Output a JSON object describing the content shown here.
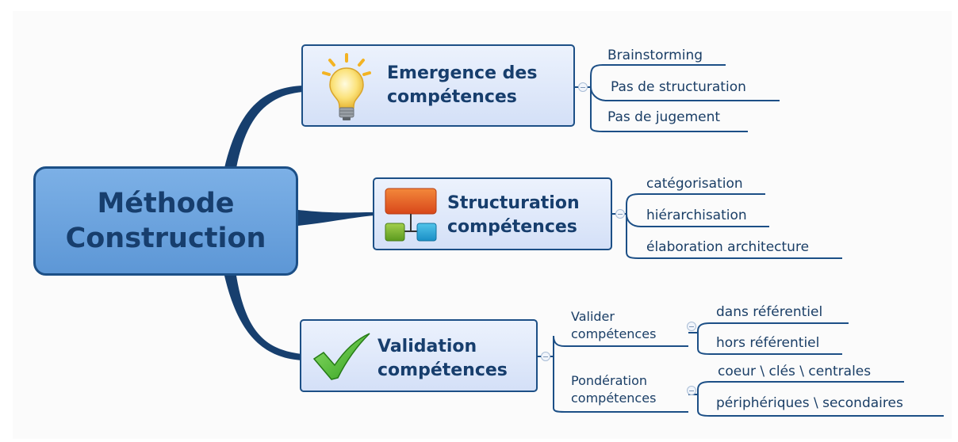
{
  "central": {
    "line1": "Méthode",
    "line2": "Construction"
  },
  "branches": [
    {
      "title_line1": "Emergence des",
      "title_line2": "compétences",
      "icon": "lightbulb-icon",
      "children": [
        "Brainstorming",
        "Pas de structuration",
        "Pas de jugement"
      ]
    },
    {
      "title_line1": "Structuration",
      "title_line2": "compétences",
      "icon": "org-chart-icon",
      "children": [
        "catégorisation",
        "hiérarchisation",
        "élaboration architecture"
      ]
    },
    {
      "title_line1": "Validation",
      "title_line2": "compétences",
      "icon": "checkmark-icon",
      "subtopics": [
        {
          "line1": "Valider",
          "line2": "compétences",
          "children": [
            "dans référentiel",
            "hors référentiel"
          ]
        },
        {
          "line1": "Pondération",
          "line2": "compétences",
          "children": [
            "coeur \\ clés \\ centrales",
            "périphériques \\ secondaires"
          ]
        }
      ]
    }
  ],
  "colors": {
    "line": "#1c4f86",
    "central_fill": "#6ba3e0",
    "topic_fill": "#dde7f9",
    "text": "#173e6d"
  }
}
